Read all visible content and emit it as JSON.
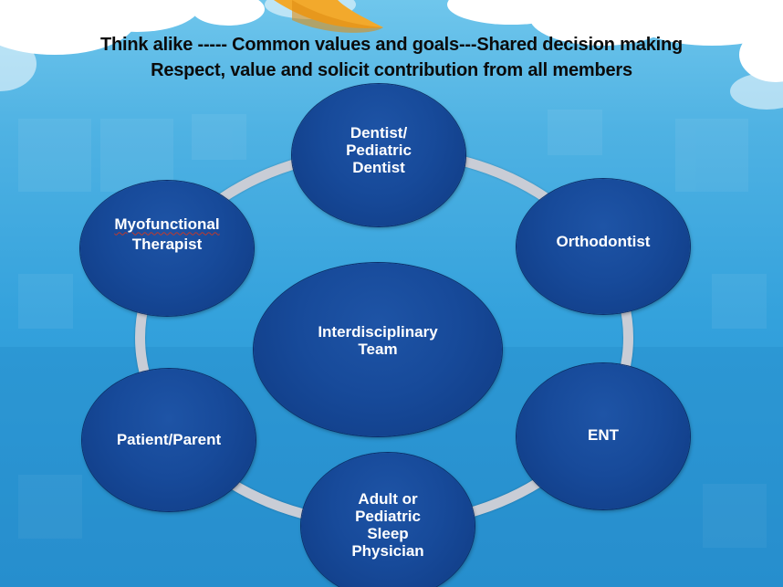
{
  "headline": {
    "line1": "Think alike -----  Common values and goals---Shared decision making",
    "line2": "Respect, value and solicit contribution from all members"
  },
  "diagram": {
    "center": "Interdisciplinary\nTeam",
    "nodes": {
      "dentist": "Dentist/\nPediatric\nDentist",
      "orthodontist": "Orthodontist",
      "myofunctional_line1": "Myofunctional",
      "myofunctional_line2": "Therapist",
      "patient": "Patient/Parent",
      "ent": "ENT",
      "sleep": "Adult or\nPediatric\nSleep\nPhysician"
    }
  },
  "colors": {
    "node_fill": "#174a9a",
    "ring": "#c9cdd6",
    "background": "#33a1dc",
    "accent_orange": "#f2a92c"
  }
}
